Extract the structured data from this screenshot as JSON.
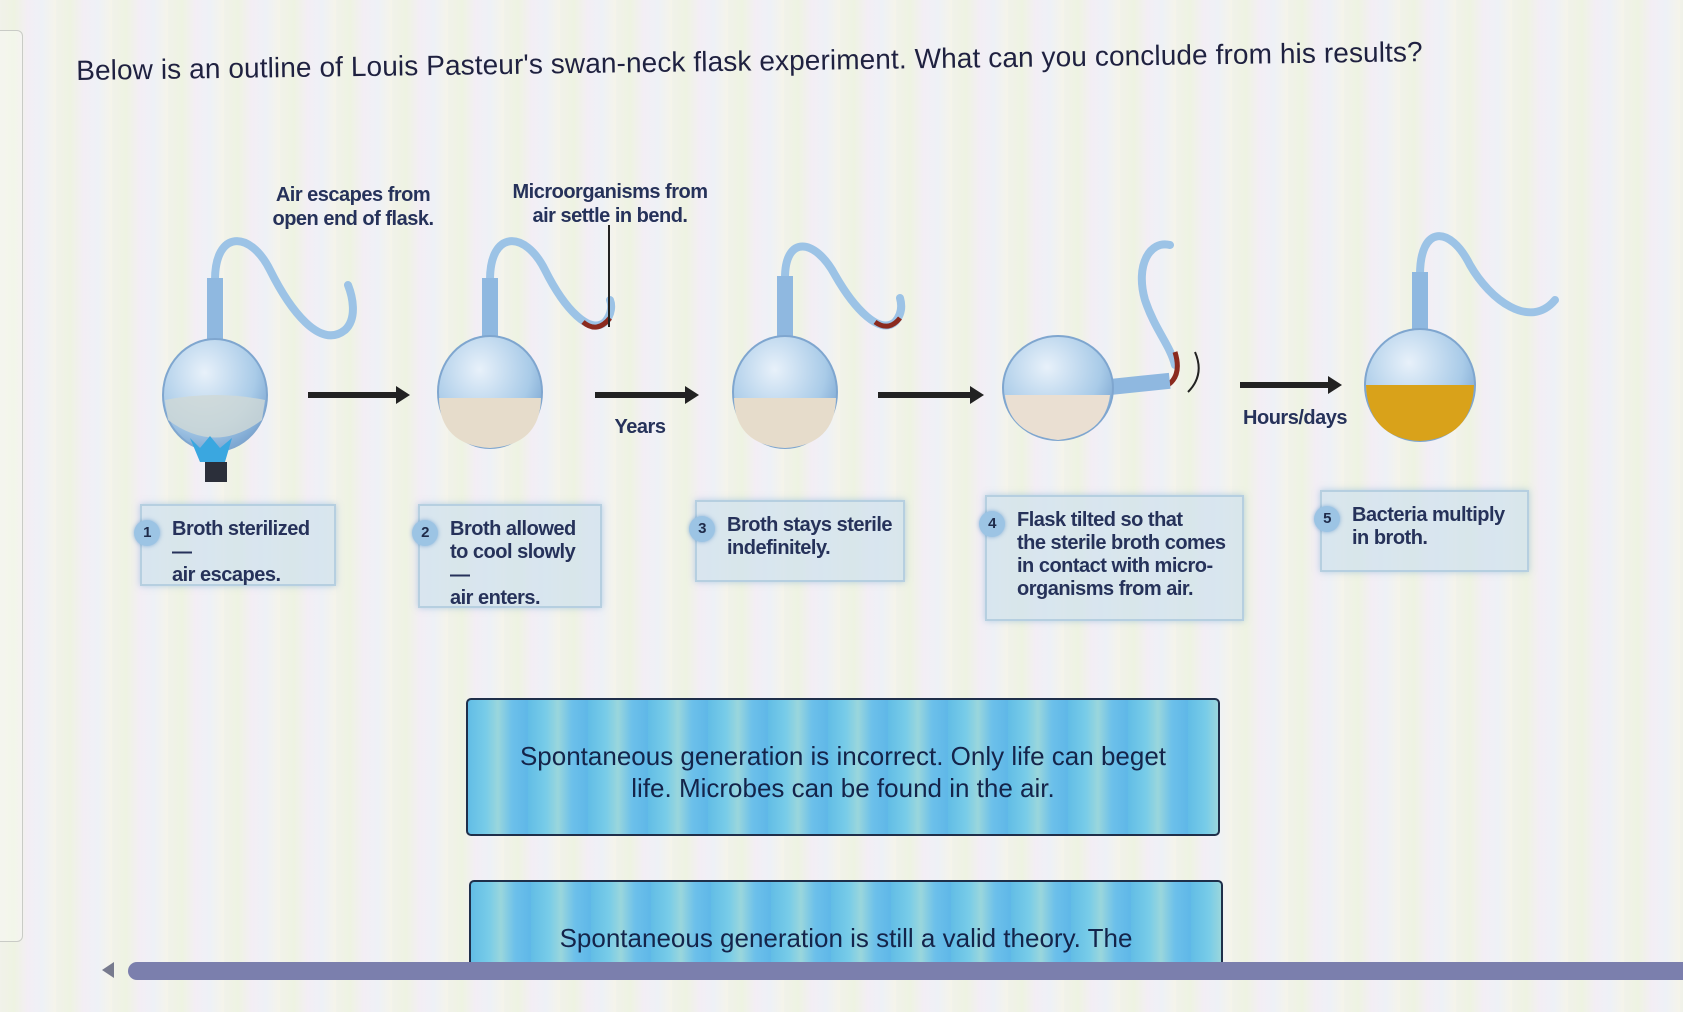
{
  "question": {
    "text": "Below is an outline of Louis Pasteur's swan-neck flask experiment. What can you conclude from his results?"
  },
  "figure": {
    "annotations": {
      "air_escapes": "Air escapes from\nopen end of flask.",
      "microorganisms_settle": "Microorganisms from\nair settle in bend."
    },
    "arrow_labels": {
      "years": "Years",
      "hours_days": "Hours/days"
    },
    "steps": [
      {
        "number": "1",
        "text": "Broth sterilized—\nair escapes."
      },
      {
        "number": "2",
        "text": "Broth allowed\nto cool slowly—\nair enters."
      },
      {
        "number": "3",
        "text": "Broth stays sterile\nindefinitely."
      },
      {
        "number": "4",
        "text": "Flask tilted so that\nthe sterile broth comes\nin contact with micro-\norganisms from air."
      },
      {
        "number": "5",
        "text": "Bacteria multiply\nin broth."
      }
    ],
    "colors": {
      "flask_glass": "#a9cbe8",
      "sterile_broth": "#e6dccb",
      "contaminated_broth": "#d9a21a",
      "microbe_deposit": "#8b2a1e",
      "flame": "#3aa7e0"
    }
  },
  "answers": [
    {
      "line1": "Spontaneous generation is incorrect. Only life can beget",
      "line2": "life. Microbes can be found in the air."
    },
    {
      "line1": "Spontaneous generation is still a valid theory. The",
      "line2": ""
    }
  ],
  "scrollbar": {
    "direction_icon": "scroll-left-arrow"
  }
}
